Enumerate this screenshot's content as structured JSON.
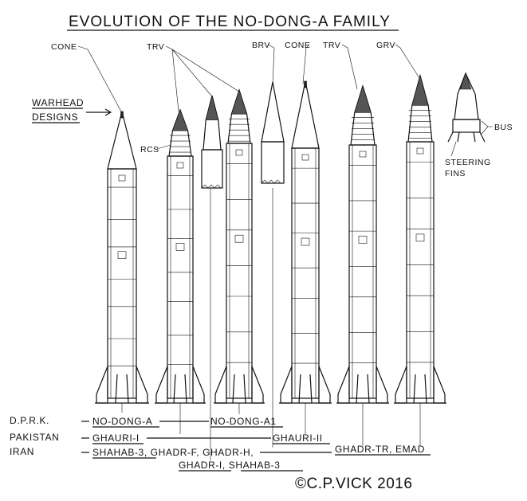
{
  "title": "EVOLUTION OF THE NO-DONG-A FAMILY",
  "labels": {
    "cone_1": "CONE",
    "trv_1": "TRV",
    "brv": "BRV",
    "cone_2": "CONE",
    "trv_2": "TRV",
    "grv": "GRV",
    "warhead_line1": "WARHEAD",
    "warhead_line2": "DESIGNS",
    "rcs": "RCS",
    "bus": "BUS",
    "steering_line1": "STEERING",
    "steering_line2": "FINS"
  },
  "countries": {
    "dprk": "D.P.R.K.",
    "pakistan": "PAKISTAN",
    "iran": "IRAN"
  },
  "names": {
    "nodong_a": "NO-DONG-A",
    "nodong_a1": "NO-DONG-A1",
    "ghauri_1": "GHAURI-I",
    "ghauri_2": "GHAURI-II",
    "shahab_ghadr": "SHAHAB-3, GHADR-F, GHADR-H,",
    "ghadr_tr_emad": "GHADR-TR, EMAD",
    "ghadr_1_shahab": "GHADR-I, SHAHAB-3"
  },
  "credit": "©C.P.VICK 2016"
}
